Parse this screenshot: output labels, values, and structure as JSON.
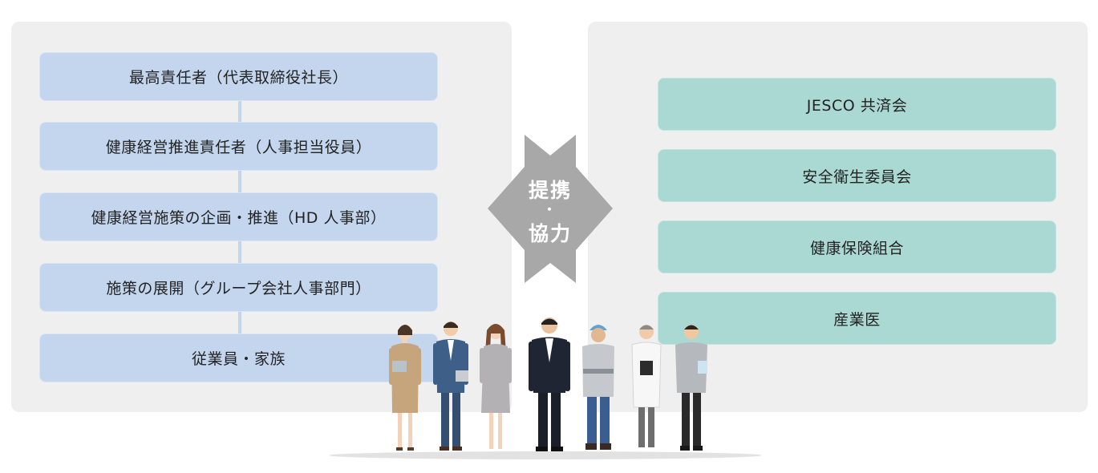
{
  "left_panel": {
    "items": [
      {
        "label": "最高責任者（代表取締役社長）"
      },
      {
        "label": "健康経営推進責任者（人事担当役員）"
      },
      {
        "label": "健康経営施策の企画・推進（HD 人事部）"
      },
      {
        "label": "施策の展開（グループ会社人事部門）"
      },
      {
        "label": "従業員・家族"
      }
    ]
  },
  "center": {
    "line1": "提携",
    "dot": "・",
    "line2": "協力"
  },
  "right_panel": {
    "items": [
      {
        "label": "JESCO 共済会"
      },
      {
        "label": "安全衛生委員会"
      },
      {
        "label": "健康保険組合"
      },
      {
        "label": "産業医"
      }
    ]
  },
  "colors": {
    "left_box": "#c3d6ee",
    "right_box": "#aad9d3",
    "panel": "#efefef",
    "arrow": "#a8a8a8"
  }
}
